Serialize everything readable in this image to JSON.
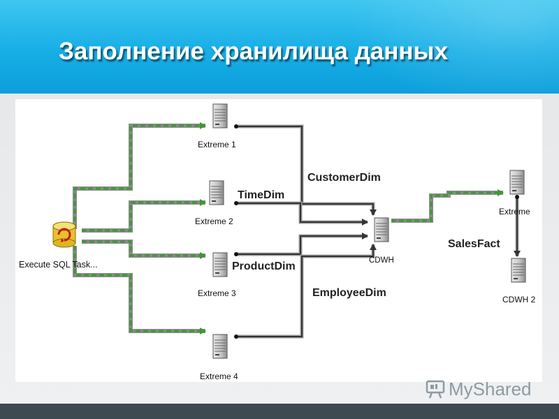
{
  "slide": {
    "title": "Заполнение хранилища данных"
  },
  "diagram": {
    "source_task": "Execute SQL Task...",
    "nodes": {
      "extreme1": "Extreme 1",
      "extreme2": "Extreme 2",
      "extreme3": "Extreme 3",
      "extreme4": "Extreme 4",
      "cdwh": "CDWH",
      "extreme": "Extreme",
      "cdwh2": "CDWH 2"
    },
    "flows": {
      "customer_dim": "CustomerDim",
      "time_dim": "TimeDim",
      "product_dim": "ProductDim",
      "employee_dim": "EmployeeDim",
      "sales_fact": "SalesFact"
    },
    "colors": {
      "precedence_success": "#3a9a2e",
      "data_flow": "#333333"
    }
  },
  "watermark": {
    "text": "MyShared"
  }
}
